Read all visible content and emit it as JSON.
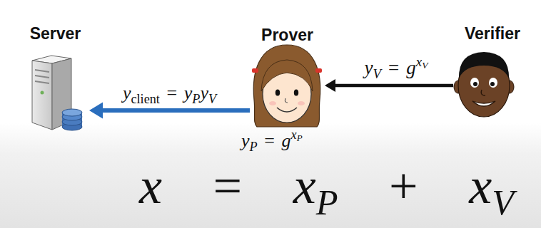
{
  "diagram": {
    "nodes": [
      {
        "text": [
          "Server"
        ]
      },
      {
        "text": [
          "Prover"
        ]
      },
      {
        "text": [
          "Verifier"
        ]
      }
    ],
    "edges": [
      {
        "from": 2,
        "to": 1,
        "arrow": "to",
        "label": "yV = gxV"
      },
      {
        "from": 1,
        "to": 0,
        "arrow": "to",
        "label": "yclient = yPyV"
      }
    ],
    "labels": [
      "yP = gxP",
      "x = xP + xV"
    ]
  }
}
